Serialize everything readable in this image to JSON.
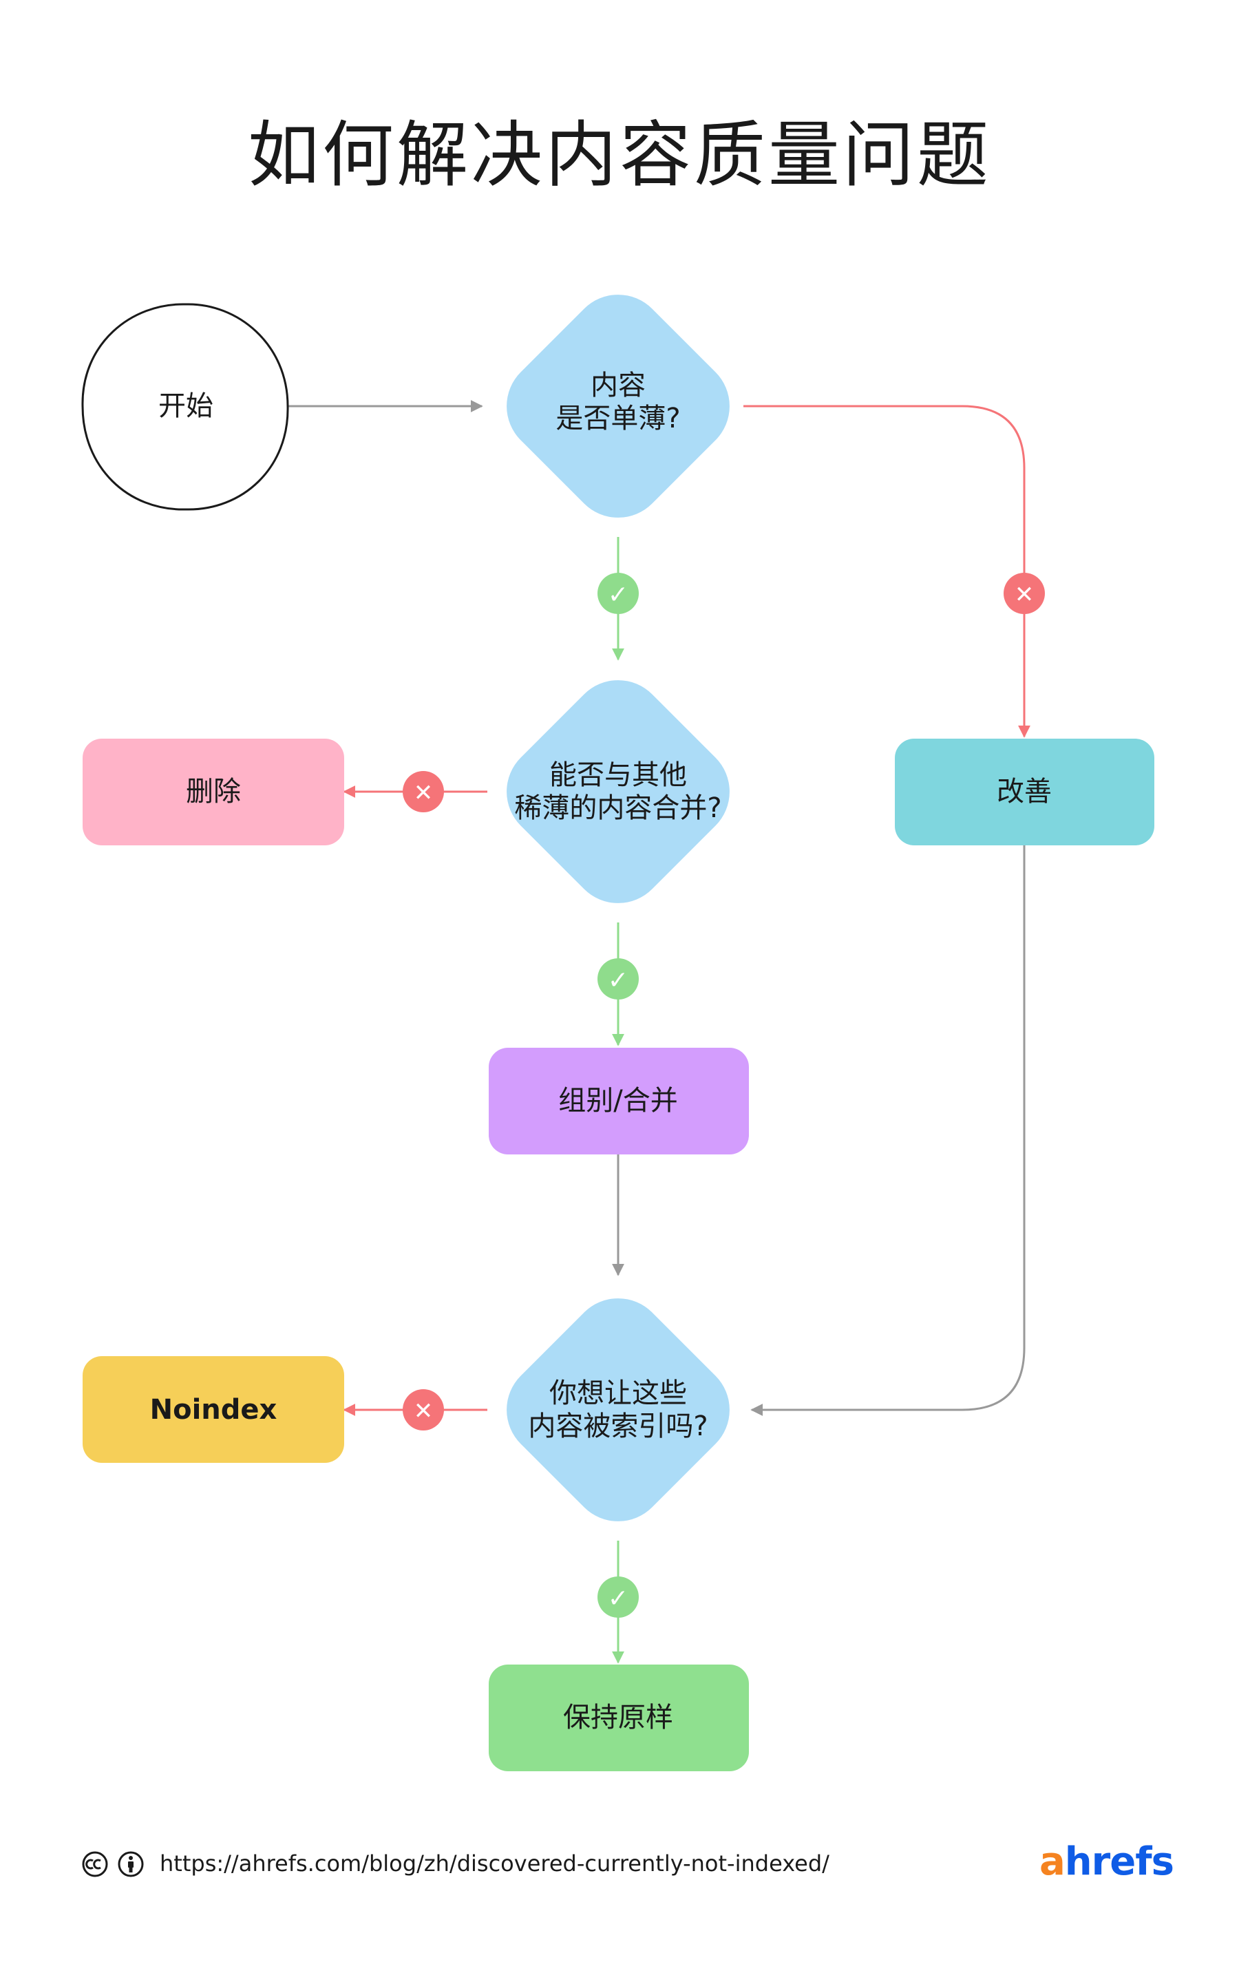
{
  "title": "如何解决内容质量问题",
  "nodes": {
    "start": "开始",
    "thin": "内容\n是否单薄?",
    "merge_q": "能否与其他\n稀薄的内容合并?",
    "delete": "删除",
    "improve": "改善",
    "group": "组别/合并",
    "index_q": "你想让这些\n内容被索引吗?",
    "noindex": "Noindex",
    "keep": "保持原样"
  },
  "marks": {
    "yes": "✓",
    "no": "✕"
  },
  "colors": {
    "diamond": "#acdcf7",
    "delete": "#ffb3c8",
    "improve": "#7fd6de",
    "group": "#d39dfd",
    "noindex": "#f6cf58",
    "keep": "#8fe08f",
    "yes": "#8fdc8c",
    "no": "#f57478",
    "neutral": "#999999"
  },
  "footer": {
    "url": "https://ahrefs.com/blog/zh/discovered-currently-not-indexed/",
    "cc_icons": [
      "cc-icon",
      "attribution-icon"
    ],
    "brand_a": "a",
    "brand_rest": "hrefs"
  }
}
